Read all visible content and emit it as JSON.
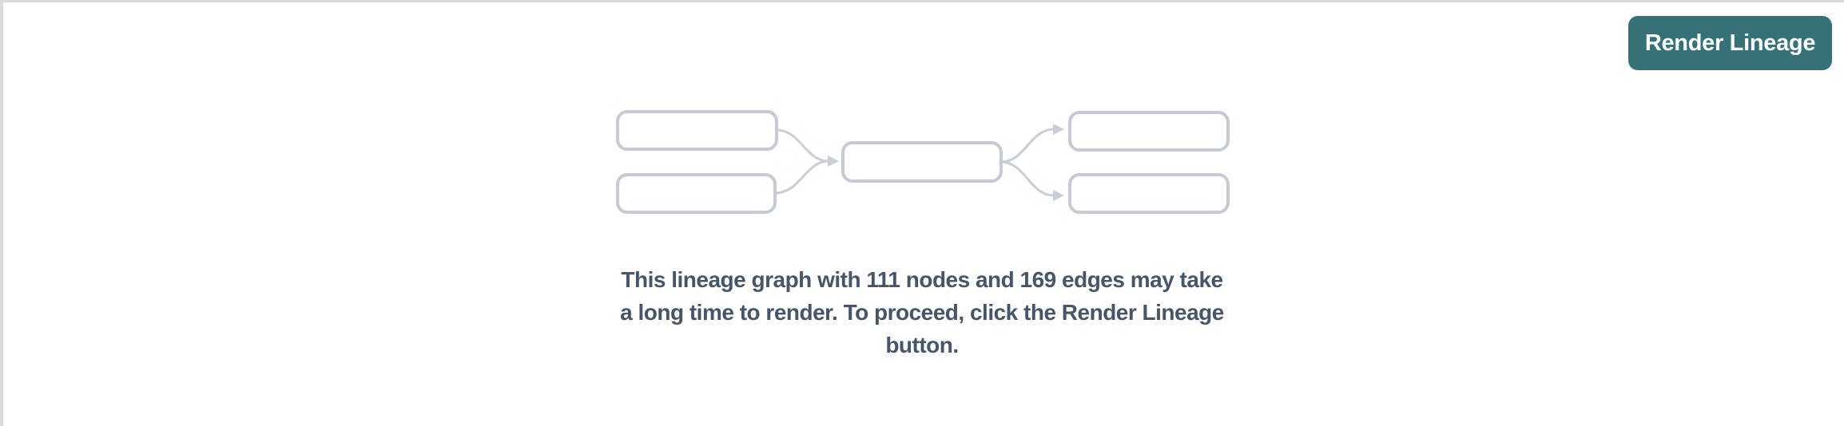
{
  "header": {
    "render_lineage_button": "Render Lineage"
  },
  "colors": {
    "page_background": "#ffffff",
    "page_border": "#d9dadd",
    "button_background": "#357176",
    "button_text": "#ffffff",
    "message_text": "#475569",
    "placeholder_box_border": "#c5cad3",
    "placeholder_edge": "#c9cdd5"
  },
  "empty_state": {
    "node_count": "111",
    "edge_count": "169",
    "message": "This lineage graph with 111 nodes and 169 edges may take a long time to render. To proceed, click the Render Lineage button.",
    "message_lines": [
      "This lineage graph with 111 nodes and 169 edges may take",
      "a long time to render. To proceed, click the Render Lineage",
      "button."
    ],
    "illustration": {
      "name": "lineage-graph-placeholder",
      "upstream_nodes": 2,
      "focal_nodes": 1,
      "downstream_nodes": 2,
      "edges": 4
    }
  }
}
